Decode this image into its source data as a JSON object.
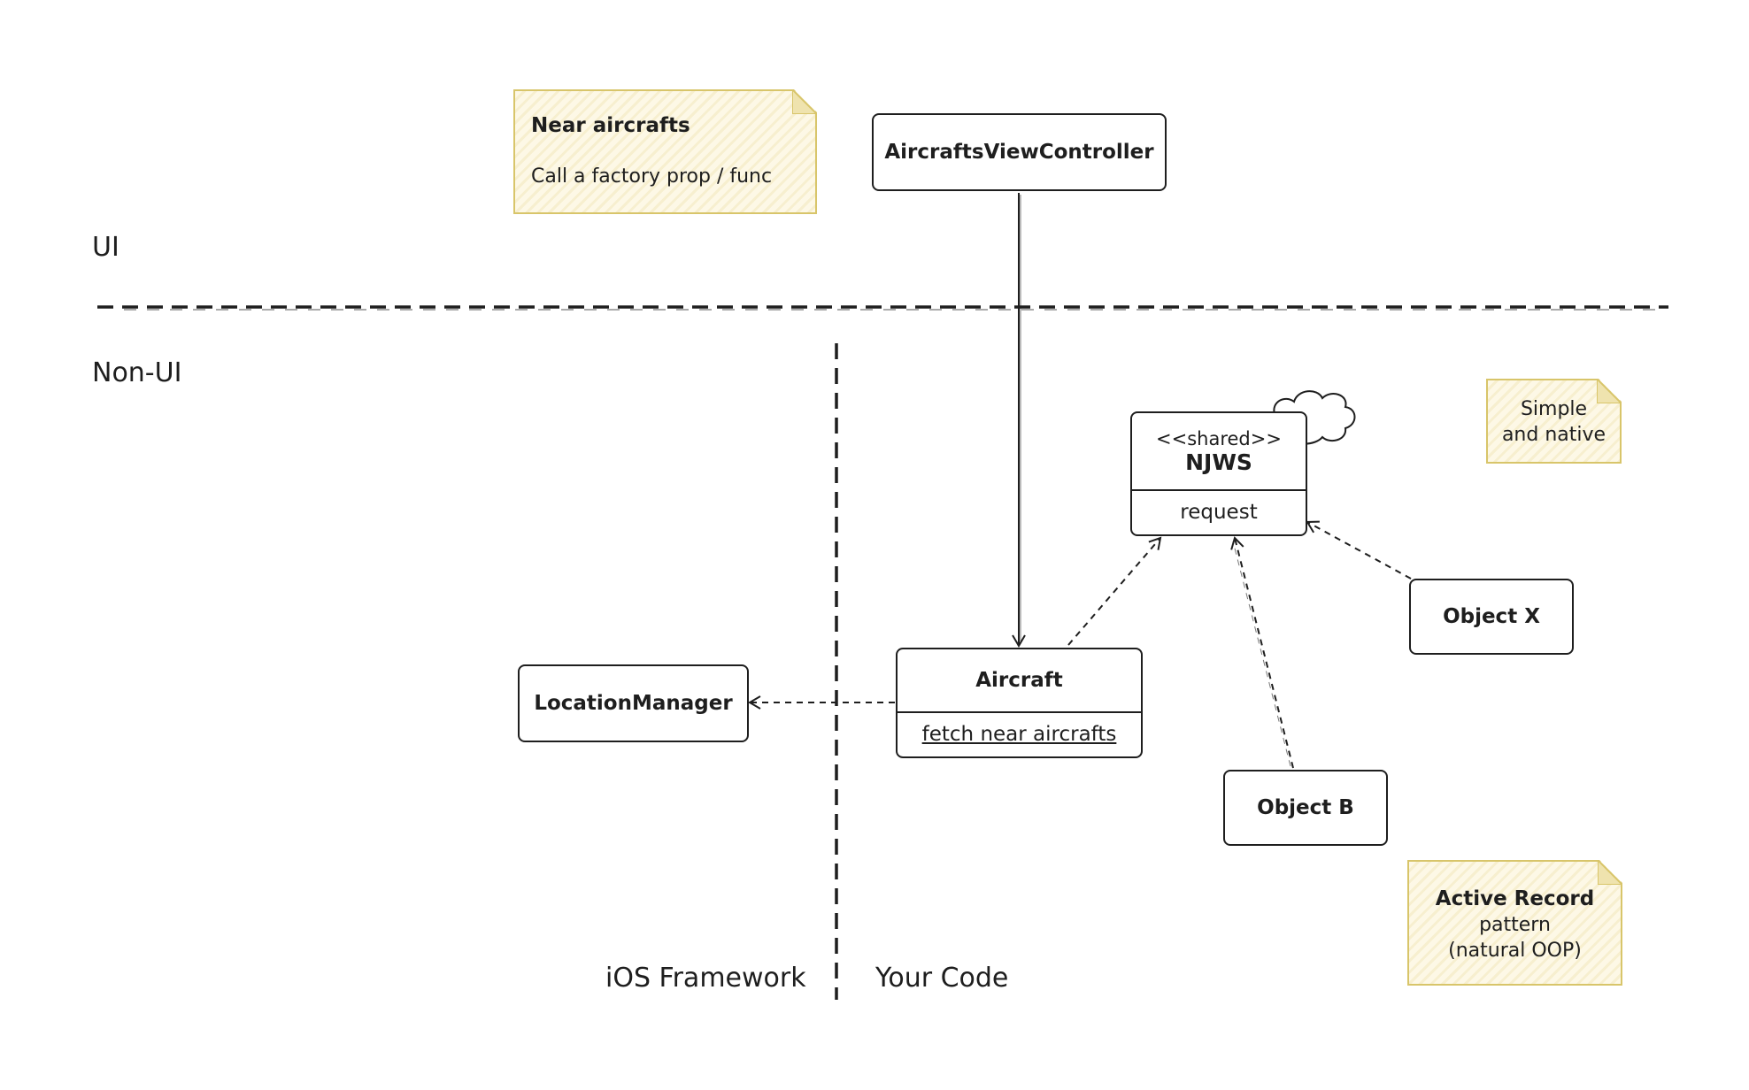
{
  "notes": {
    "near": {
      "title": "Near aircrafts",
      "body": "Call a factory prop / func"
    },
    "simple": {
      "line1": "Simple",
      "line2": "and native"
    },
    "active": {
      "line1": "Active Record",
      "line2": "pattern",
      "line3": "(natural OOP)"
    }
  },
  "zones": {
    "ui": "UI",
    "non_ui": "Non-UI",
    "ios_framework": "iOS Framework",
    "your_code": "Your Code"
  },
  "boxes": {
    "view_controller": "AircraftsViewController",
    "location_manager": "LocationManager",
    "object_x": "Object X",
    "object_b": "Object B"
  },
  "aircraft": {
    "title": "Aircraft",
    "method": "fetch near aircrafts"
  },
  "njws": {
    "stereotype": "<<shared>>",
    "title": "NJWS",
    "method": "request"
  },
  "colors": {
    "note_border": "#d8c56a",
    "note_fill": "#fdf8e6",
    "stroke": "#1e1e1e"
  }
}
